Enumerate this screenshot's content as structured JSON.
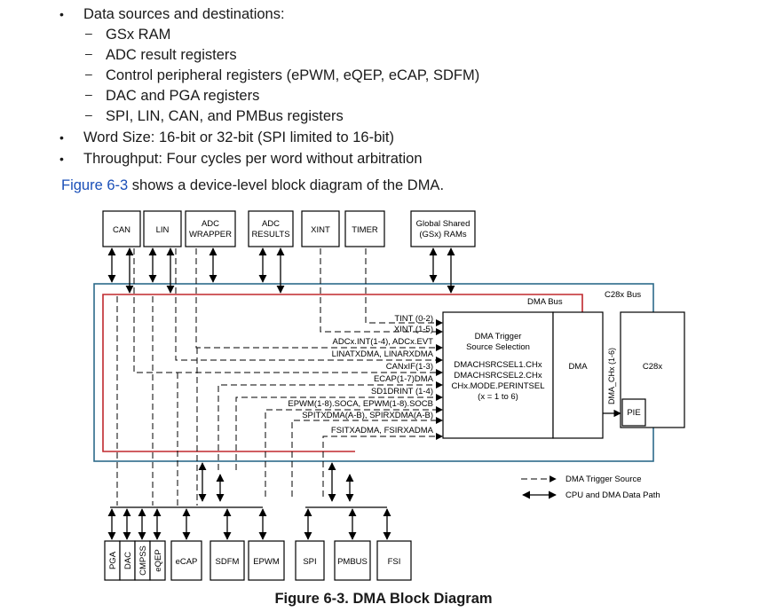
{
  "bullets": [
    {
      "text": "Data sources and destinations:",
      "level": 1
    },
    {
      "text": "GSx RAM",
      "level": 2
    },
    {
      "text": "ADC result registers",
      "level": 2
    },
    {
      "text": "Control peripheral registers (ePWM, eQEP, eCAP, SDFM)",
      "level": 2
    },
    {
      "text": "DAC and PGA registers",
      "level": 2
    },
    {
      "text": "SPI, LIN, CAN, and PMBus registers",
      "level": 2
    },
    {
      "text": "Word Size: 16-bit or 32-bit (SPI limited to 16-bit)",
      "level": 1
    },
    {
      "text": "Throughput: Four cycles per word without arbitration",
      "level": 1
    }
  ],
  "intro": {
    "link": "Figure 6-3",
    "rest": " shows a device-level block diagram of the DMA."
  },
  "diagram": {
    "top_blocks": [
      "CAN",
      "LIN",
      "ADC WRAPPER",
      "ADC RESULTS",
      "XINT",
      "TIMER",
      "Global Shared (GSx) RAMs"
    ],
    "bus_labels": {
      "c28x_bus": "C28x Bus",
      "dma_bus": "DMA Bus"
    },
    "trigger_block": [
      "DMA Trigger",
      "Source Selection",
      "DMACHSRCSEL1.CHx",
      "DMACHSRCSEL2.CHx",
      "CHx.MODE.PERINTSEL",
      "(x = 1 to 6)"
    ],
    "dma_label": "DMA",
    "c28x_label": "C28x",
    "pie_label": "PIE",
    "dma_chx_label": "DMA_CHx (1-6)",
    "trigger_signals": [
      "TINT (0-2)",
      "XINT (1-5)",
      "ADCx.INT(1-4), ADCx.EVT",
      "LINATXDMA, LINARXDMA",
      "CANxIF(1-3)",
      "ECAP(1-7)DMA",
      "SD1DRINT (1-4)",
      "EPWM(1-8).SOCA, EPWM(1-8).SOCB",
      "SPITXDMA(A-B), SPIRXDMA(A-B)",
      "FSITXADMA, FSIRXADMA"
    ],
    "legend": [
      "DMA Trigger Source",
      "CPU and  DMA Data Path"
    ],
    "bottom_rotated": [
      "PGA",
      "DAC",
      "CMPSS",
      "eQEP"
    ],
    "bottom_blocks": [
      "eCAP",
      "SDFM",
      "EPWM",
      "SPI",
      "PMBUS",
      "FSI"
    ]
  },
  "caption": "Figure 6-3. DMA Block Diagram"
}
